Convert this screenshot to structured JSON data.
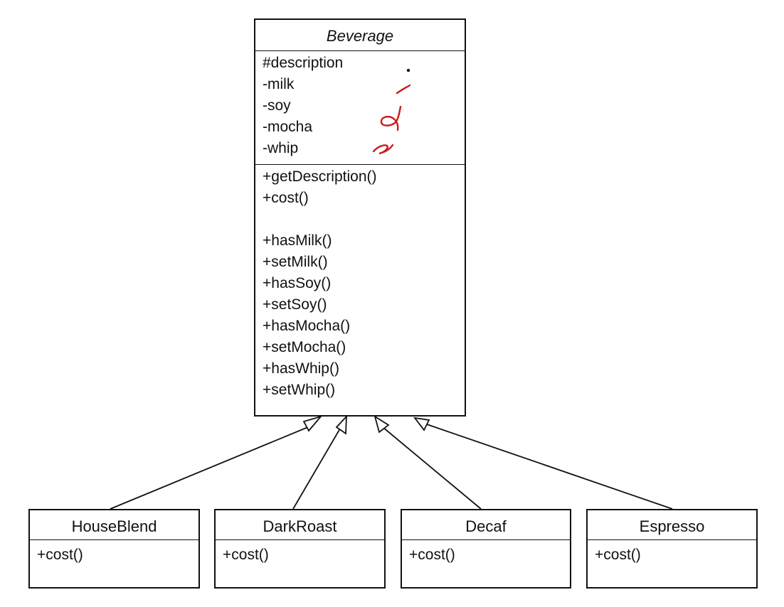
{
  "colors": {
    "line": "#111111",
    "annotation": "#cc1a1a",
    "background": "#ffffff"
  },
  "beverage": {
    "name": "Beverage",
    "attributes": [
      "#description",
      "-milk",
      "-soy",
      "-mocha",
      "-whip"
    ],
    "methods_group1": [
      "+getDescription()",
      "+cost()"
    ],
    "methods_group2": [
      "+hasMilk()",
      "+setMilk()",
      "+hasSoy()",
      "+setSoy()",
      "+hasMocha()",
      "+setMocha()",
      "+hasWhip()",
      "+setWhip()"
    ]
  },
  "subclasses": [
    {
      "name": "HouseBlend",
      "method": "+cost()"
    },
    {
      "name": "DarkRoast",
      "method": "+cost()"
    },
    {
      "name": "Decaf",
      "method": "+cost()"
    },
    {
      "name": "Espresso",
      "method": "+cost()"
    }
  ]
}
